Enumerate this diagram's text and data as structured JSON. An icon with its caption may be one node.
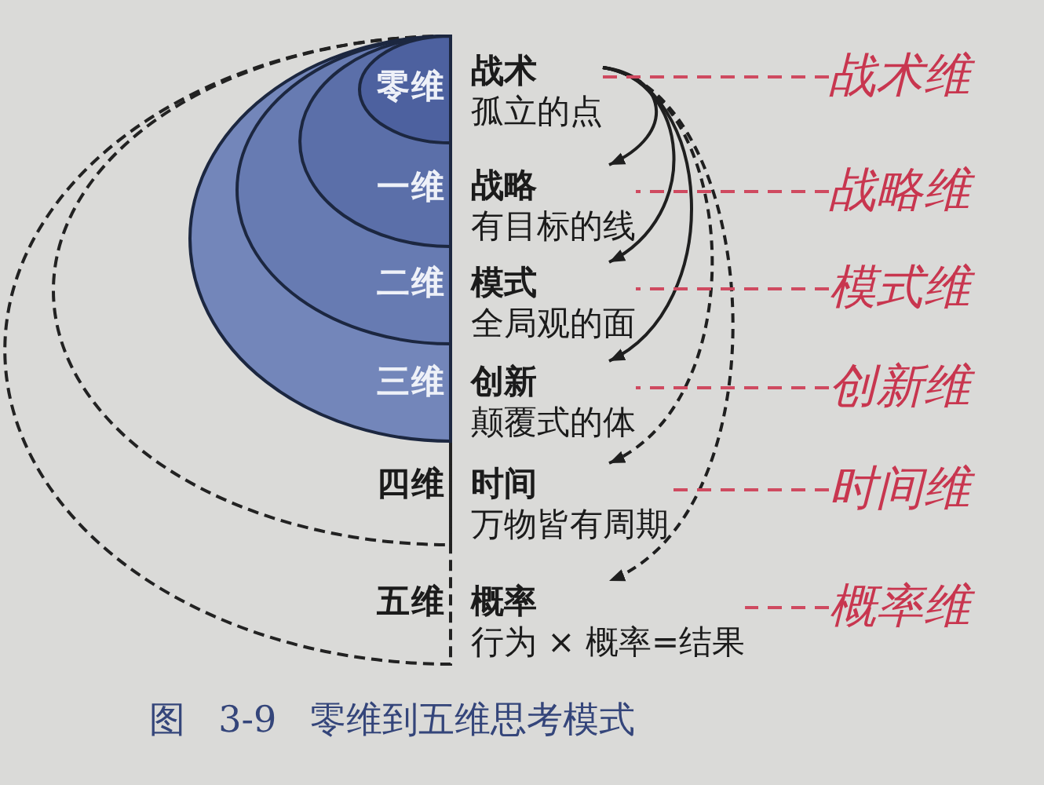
{
  "diagram": {
    "caption": "图 3-9 零维到五维思考模式",
    "nodes": [
      {
        "text": [
          "五维"
        ]
      },
      {
        "text": [
          "四维"
        ],
        "in": 0
      },
      {
        "text": [
          "三维"
        ],
        "in": 1
      },
      {
        "text": [
          "二维"
        ],
        "in": 2
      },
      {
        "text": [
          "一维"
        ],
        "in": 3
      },
      {
        "text": [
          "零维"
        ],
        "in": 4
      },
      {
        "text": [
          "战术",
          "孤立的点"
        ]
      },
      {
        "text": [
          "战略",
          "有目标的线"
        ]
      },
      {
        "text": [
          "模式",
          "全局观的面"
        ]
      },
      {
        "text": [
          "创新",
          "颠覆式的体"
        ]
      },
      {
        "text": [
          "时间",
          "万物皆有周期"
        ]
      },
      {
        "text": [
          "概率",
          "行为 × 概率=结果"
        ]
      },
      {
        "text": [
          "战术维"
        ]
      },
      {
        "text": [
          "战略维"
        ]
      },
      {
        "text": [
          "模式维"
        ]
      },
      {
        "text": [
          "创新维"
        ]
      },
      {
        "text": [
          "时间维"
        ]
      },
      {
        "text": [
          "概率维"
        ]
      }
    ],
    "edges": [
      {
        "from": 6,
        "to": 7,
        "arrow": "to",
        "color": "#1f1f1f"
      },
      {
        "from": 6,
        "to": 8,
        "arrow": "to",
        "color": "#1f1f1f"
      },
      {
        "from": 6,
        "to": 9,
        "arrow": "to",
        "color": "#1f1f1f"
      },
      {
        "from": 6,
        "to": 10,
        "arrow": "to",
        "style": "dashed",
        "color": "#1f1f1f"
      },
      {
        "from": 6,
        "to": 11,
        "arrow": "to",
        "style": "dashed",
        "color": "#1f1f1f"
      },
      {
        "from": 12,
        "to": 6,
        "arrow": "none",
        "style": "dashed",
        "color": "#cf4a60"
      },
      {
        "from": 13,
        "to": 7,
        "arrow": "none",
        "style": "dashed",
        "color": "#cf4a60"
      },
      {
        "from": 14,
        "to": 8,
        "arrow": "none",
        "style": "dashed",
        "color": "#cf4a60"
      },
      {
        "from": 15,
        "to": 9,
        "arrow": "none",
        "style": "dashed",
        "color": "#cf4a60"
      },
      {
        "from": 16,
        "to": 10,
        "arrow": "none",
        "style": "dashed",
        "color": "#cf4a60"
      },
      {
        "from": 17,
        "to": 11,
        "arrow": "none",
        "style": "dashed",
        "color": "#cf4a60"
      }
    ]
  }
}
